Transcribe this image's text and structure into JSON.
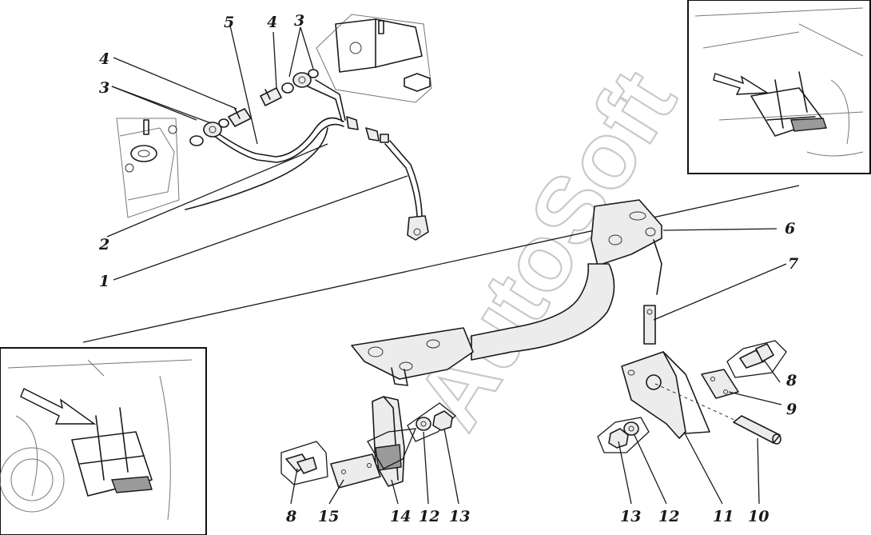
{
  "watermark": "AutoSoft",
  "callouts": [
    {
      "id": "c1",
      "text": "1"
    },
    {
      "id": "c2",
      "text": "2"
    },
    {
      "id": "c3a",
      "text": "3"
    },
    {
      "id": "c3b",
      "text": "3"
    },
    {
      "id": "c4a",
      "text": "4"
    },
    {
      "id": "c4b",
      "text": "4"
    },
    {
      "id": "c5",
      "text": "5"
    },
    {
      "id": "c6",
      "text": "6"
    },
    {
      "id": "c7",
      "text": "7"
    },
    {
      "id": "c8a",
      "text": "8"
    },
    {
      "id": "c8b",
      "text": "8"
    },
    {
      "id": "c9",
      "text": "9"
    },
    {
      "id": "c10",
      "text": "10"
    },
    {
      "id": "c11",
      "text": "11"
    },
    {
      "id": "c12a",
      "text": "12"
    },
    {
      "id": "c12b",
      "text": "12"
    },
    {
      "id": "c13a",
      "text": "13"
    },
    {
      "id": "c13b",
      "text": "13"
    },
    {
      "id": "c14",
      "text": "14"
    },
    {
      "id": "c15",
      "text": "15"
    }
  ]
}
